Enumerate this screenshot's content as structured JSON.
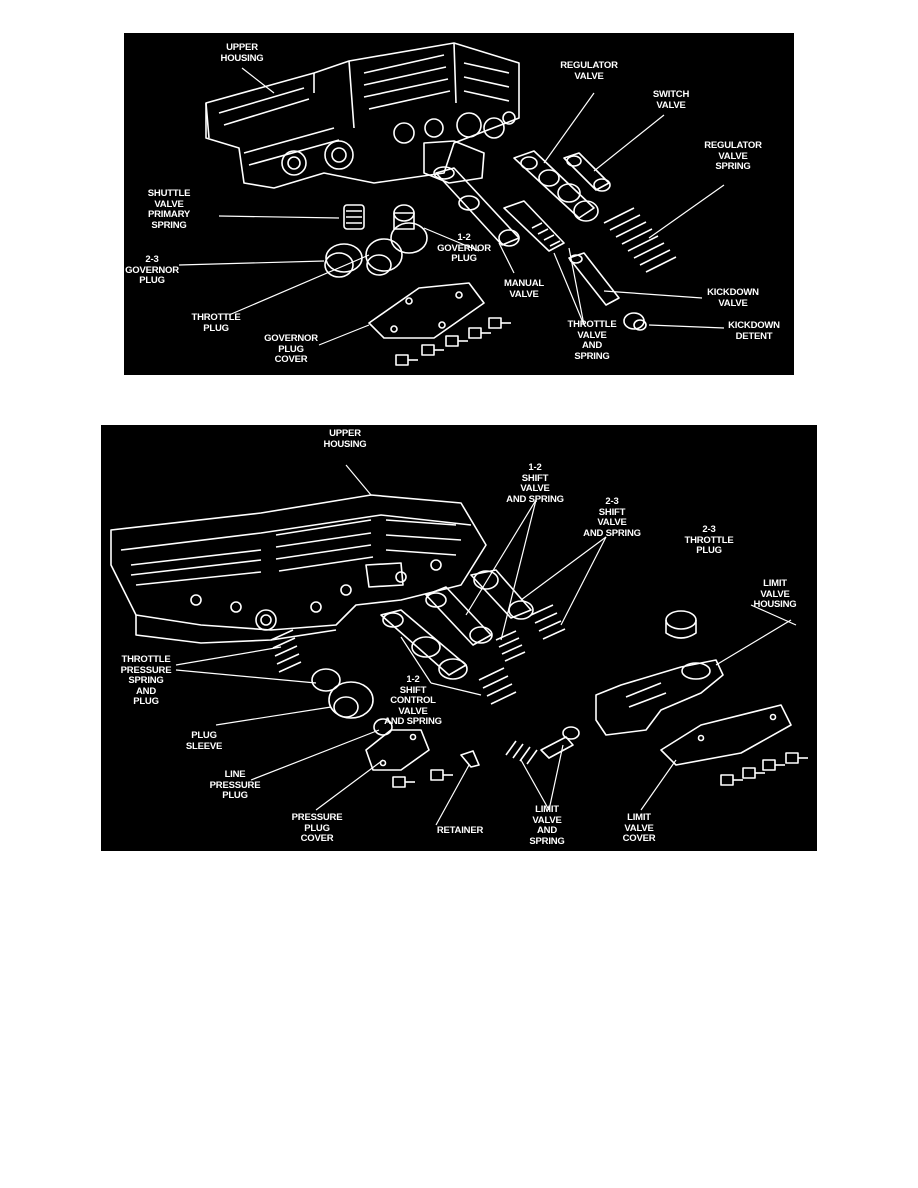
{
  "diagram1": {
    "labels": {
      "upper_housing": "UPPER\nHOUSING",
      "regulator_valve": "REGULATOR\nVALVE",
      "switch_valve": "SWITCH\nVALVE",
      "regulator_valve_spring": "REGULATOR\nVALVE\nSPRING",
      "shuttle_valve_primary_spring": "SHUTTLE\nVALVE\nPRIMARY\nSPRING",
      "governor_plug_23": "2-3\nGOVERNOR\nPLUG",
      "governor_plug_12": "1-2\nGOVERNOR\nPLUG",
      "manual_valve": "MANUAL\nVALVE",
      "throttle_plug": "THROTTLE\nPLUG",
      "governor_plug_cover": "GOVERNOR\nPLUG\nCOVER",
      "throttle_valve_and_spring": "THROTTLE\nVALVE\nAND\nSPRING",
      "kickdown_valve": "KICKDOWN\nVALVE",
      "kickdown_detent": "KICKDOWN\nDETENT"
    }
  },
  "diagram2": {
    "labels": {
      "upper_housing": "UPPER\nHOUSING",
      "shift_valve_12": "1-2\nSHIFT\nVALVE\nAND SPRING",
      "shift_valve_23": "2-3\nSHIFT\nVALVE\nAND SPRING",
      "throttle_plug_23": "2-3\nTHROTTLE\nPLUG",
      "limit_valve_housing": "LIMIT\nVALVE\nHOUSING",
      "throttle_pressure_spring_and_plug": "THROTTLE\nPRESSURE\nSPRING\nAND\nPLUG",
      "shift_control_valve_12": "1-2\nSHIFT\nCONTROL\nVALVE\nAND SPRING",
      "plug_sleeve": "PLUG\nSLEEVE",
      "line_pressure_plug": "LINE\nPRESSURE\nPLUG",
      "pressure_plug_cover": "PRESSURE\nPLUG\nCOVER",
      "retainer": "RETAINER",
      "limit_valve_and_spring": "LIMIT\nVALVE\nAND\nSPRING",
      "limit_valve_cover": "LIMIT\nVALVE\nCOVER"
    }
  }
}
